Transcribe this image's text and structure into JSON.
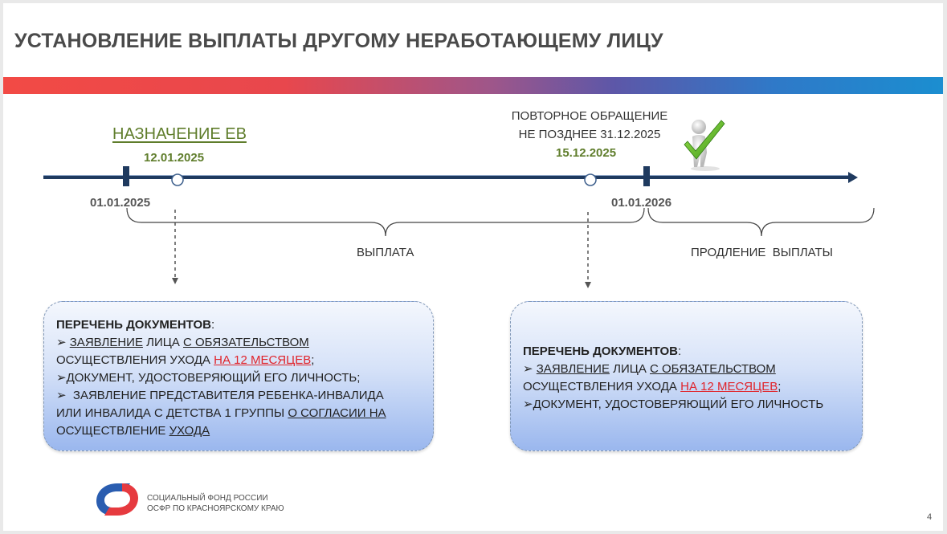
{
  "slide": {
    "title": "УСТАНОВЛЕНИЕ ВЫПЛАТЫ ДРУГОМУ НЕРАБОТАЮЩЕМУ ЛИЦУ",
    "page_number": "4"
  },
  "timeline": {
    "appointment_title": "НАЗНАЧЕНИЕ ЕВ",
    "appointment_date": "12.01.2025",
    "repeat_line1": "ПОВТОРНОЕ ОБРАЩЕНИЕ",
    "repeat_line2": "НЕ ПОЗДНЕЕ 31.12.2025",
    "repeat_date": "15.12.2025",
    "start_date": "01.01.2025",
    "end_date": "01.01.2026",
    "payment_label": "ВЫПЛАТА",
    "extension_label": "ПРОДЛЕНИЕ  ВЫПЛАТЫ"
  },
  "box_left": {
    "heading": "ПЕРЕЧЕНЬ ДОКУМЕНТОВ",
    "colon": ":",
    "item1_bullet": "➢ ",
    "item1_a": "ЗАЯВЛЕНИЕ",
    "item1_b": " ЛИЦА ",
    "item1_c": "С ОБЯЗАТЕЛЬСТВОМ",
    "item1_d": "ОСУЩЕСТВЛЕНИЯ УХОДА ",
    "item1_e": "НА 12 МЕСЯЦЕВ",
    "item1_f": ";",
    "item2": "➢ДОКУМЕНТ, УДОСТОВЕРЯЮЩИЙ ЕГО ЛИЧНОСТЬ;",
    "item3_a": "➢  ЗАЯВЛЕНИЕ ПРЕДСТАВИТЕЛЯ РЕБЕНКА-ИНВАЛИДА",
    "item3_b": "ИЛИ ИНВАЛИДА С ДЕТСТВА 1 ГРУППЫ ",
    "item3_c": "О СОГЛАСИИ НА",
    "item3_d": "ОСУЩЕСТВЛЕНИЕ ",
    "item3_e": "УХОДА"
  },
  "box_right": {
    "heading": "ПЕРЕЧЕНЬ ДОКУМЕНТОВ",
    "colon": ":",
    "item1_bullet": "➢ ",
    "item1_a": "ЗАЯВЛЕНИЕ",
    "item1_b": " ЛИЦА ",
    "item1_c": "С ОБЯЗАТЕЛЬСТВОМ",
    "item1_d": "ОСУЩЕСТВЛЕНИЯ УХОДА ",
    "item1_e": "НА 12 МЕСЯЦЕВ",
    "item1_f": ";",
    "item2": "➢ДОКУМЕНТ, УДОСТОВЕРЯЮЩИЙ ЕГО ЛИЧНОСТЬ"
  },
  "footer": {
    "org_line1": "СОЦИАЛЬНЫЙ ФОНД РОССИИ",
    "org_line2": "ОСФР ПО КРАСНОЯРСКОМУ КРАЮ"
  },
  "colors": {
    "accent_green": "#5f7d2b",
    "timeline_navy": "#1f3a5f",
    "highlight_red": "#e0242b",
    "logo_red": "#e63a3f",
    "logo_blue": "#2a5db0"
  }
}
